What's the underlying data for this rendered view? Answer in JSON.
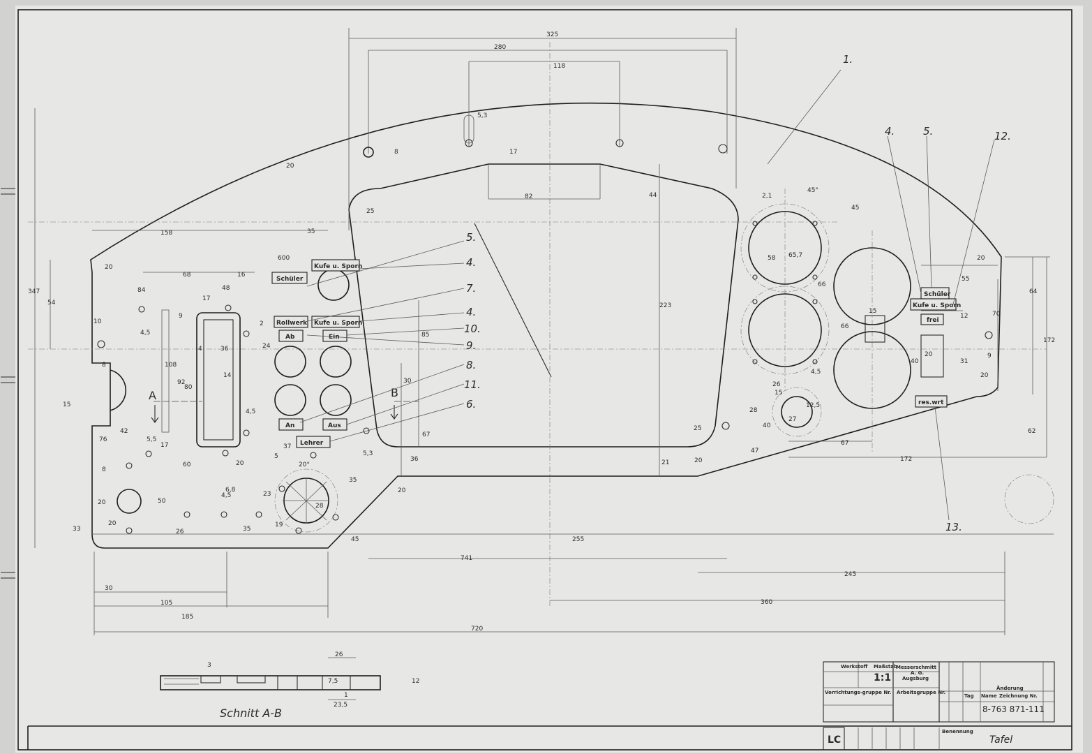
{
  "drawing": {
    "dimensions": {
      "top": [
        "325",
        "280",
        "118",
        "82",
        "5,3",
        "8",
        "17",
        "20",
        "25",
        "44",
        "223"
      ],
      "left_panel": [
        "158",
        "35",
        "68",
        "16",
        "84",
        "48",
        "17",
        "10",
        "4,5",
        "8",
        "347",
        "54",
        "9",
        "4",
        "36",
        "14",
        "108",
        "92",
        "80",
        "2",
        "24",
        "4,5",
        "42",
        "15",
        "5,5",
        "17",
        "76",
        "60",
        "20",
        "20",
        "50",
        "8",
        "20",
        "33",
        "4,5",
        "6,8",
        "23",
        "19",
        "35",
        "26",
        "30",
        "37",
        "5",
        "20",
        "35",
        "20",
        "28",
        "45",
        "30",
        "5,3",
        "36",
        "67",
        "21",
        "85",
        "20"
      ],
      "bottom": [
        "255",
        "741",
        "105",
        "185",
        "720",
        "245",
        "360"
      ],
      "right_panel": [
        "2,1",
        "45",
        "58",
        "65,7",
        "66",
        "15",
        "66",
        "26",
        "4,5",
        "27",
        "28",
        "47",
        "40",
        "67",
        "172",
        "64",
        "55",
        "70",
        "20",
        "9",
        "31",
        "40",
        "12",
        "20",
        "172",
        "62",
        "20",
        "15",
        "12,5",
        "25",
        "45",
        "20"
      ]
    },
    "labels": {
      "schueler": "Schüler",
      "kufe_sporn": "Kufe u. Sporn",
      "rollwerk": "Rollwerk",
      "kufe_sporn2": "Kufe u. Sporn",
      "ab": "Ab",
      "ein": "Ein",
      "an": "An",
      "aus": "Aus",
      "lehrer": "Lehrer",
      "schueler_r": "Schüler",
      "kufe_sporn_r": "Kufe u. Sporn",
      "frei": "frei",
      "reserve": "res.wrt",
      "section_a": "A",
      "section_b": "B",
      "scale_600": "600",
      "angle_20": "20°",
      "angle_45": "45°"
    },
    "callouts": [
      "1.",
      "5.",
      "4.",
      "7.",
      "4.",
      "10.",
      "9.",
      "8.",
      "11.",
      "6.",
      "4.",
      "5.",
      "12.",
      "13."
    ],
    "section": {
      "title": "Schnitt A-B",
      "dims": [
        "26",
        "3",
        "12",
        "7,5",
        "1",
        "23,5"
      ]
    }
  },
  "title_block": {
    "werkstoff": "Werkstoff",
    "massstab_label": "Maßstab",
    "massstab": "1:1",
    "company_line1": "Messerschmitt",
    "company_line2": "A. G.",
    "company_line3": "Augsburg",
    "vorrichtung": "Vorrichtungs-gruppe Nr.",
    "arbeitsgruppe": "Arbeitsgruppe Nr.",
    "aenderung": "Änderung",
    "tag": "Tag",
    "name": "Name",
    "zeichnung": "Zeichnung Nr.",
    "drawing_no": "8-763 871-111",
    "code": "LC",
    "benennung": "Benennung",
    "part_name": "Tafel"
  }
}
